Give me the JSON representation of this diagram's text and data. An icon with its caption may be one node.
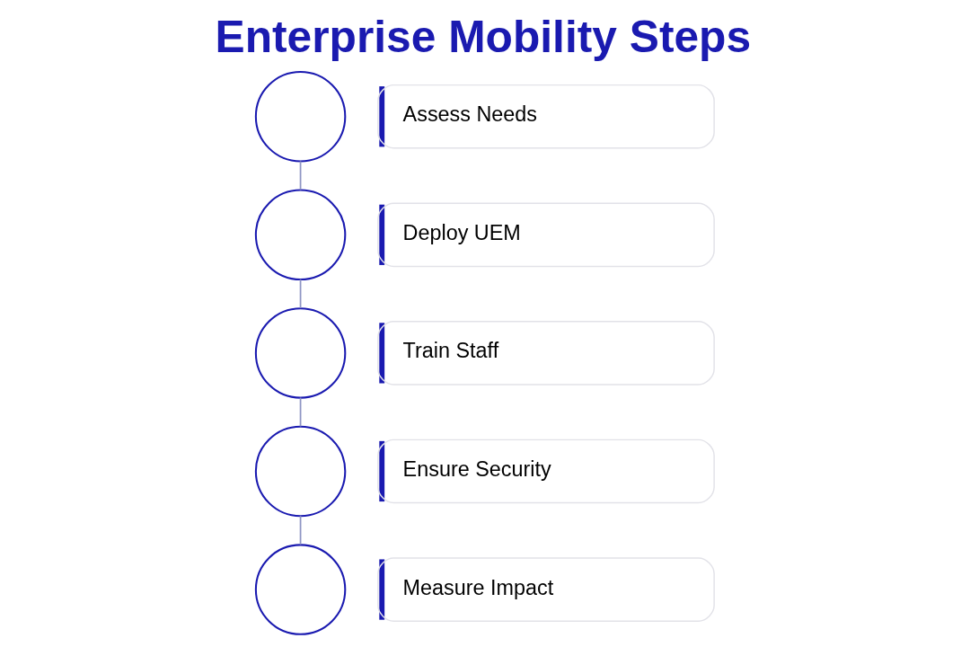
{
  "diagram": {
    "title": "Enterprise Mobility Steps",
    "nodes": [
      {
        "text": [],
        "shape": "circle"
      },
      {
        "text": [
          "Assess Needs"
        ]
      },
      {
        "text": [],
        "shape": "circle"
      },
      {
        "text": [
          "Deploy UEM"
        ]
      },
      {
        "text": [],
        "shape": "circle"
      },
      {
        "text": [
          "Train Staff"
        ]
      },
      {
        "text": [],
        "shape": "circle"
      },
      {
        "text": [
          "Ensure Security"
        ]
      },
      {
        "text": [],
        "shape": "circle"
      },
      {
        "text": [
          "Measure Impact"
        ]
      }
    ],
    "edges": [
      {
        "from": 0,
        "to": 2,
        "arrow": "none"
      },
      {
        "from": 2,
        "to": 4,
        "arrow": "none"
      },
      {
        "from": 4,
        "to": 6,
        "arrow": "none"
      },
      {
        "from": 6,
        "to": 8,
        "arrow": "none"
      }
    ]
  }
}
